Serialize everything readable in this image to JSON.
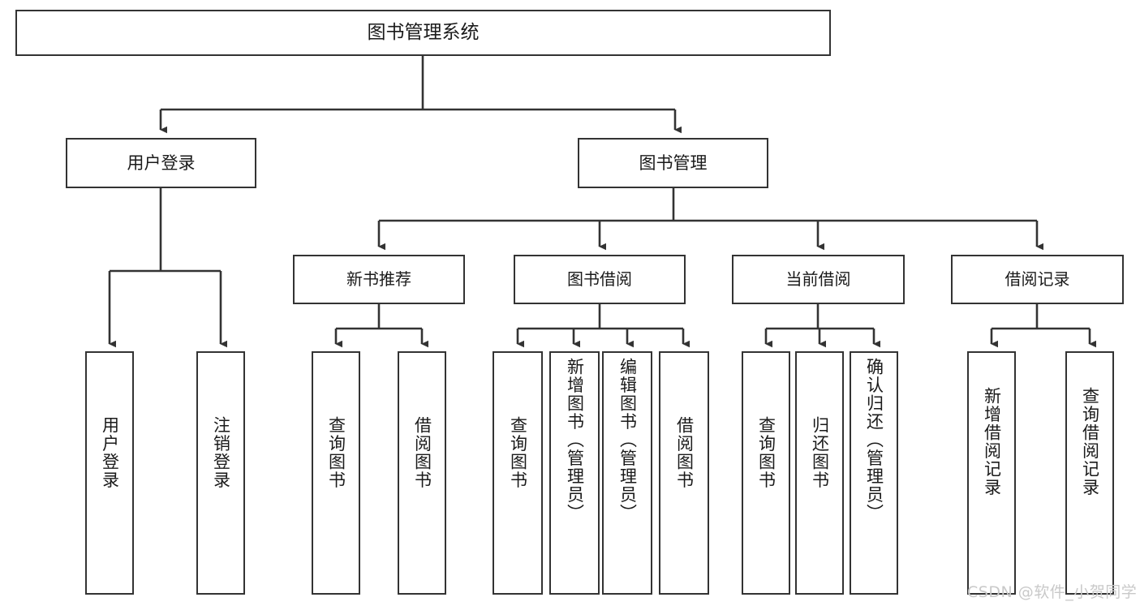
{
  "diagram": {
    "title": "图书管理系统",
    "type": "tree-hierarchy",
    "stroke_color": "#333333",
    "background_color": "#ffffff",
    "text_color": "#1a1a1a"
  },
  "root": {
    "label": "图书管理系统"
  },
  "level1": [
    {
      "label": "用户登录"
    },
    {
      "label": "图书管理"
    }
  ],
  "level2": [
    {
      "label": "新书推荐"
    },
    {
      "label": "图书借阅"
    },
    {
      "label": "当前借阅"
    },
    {
      "label": "借阅记录"
    }
  ],
  "leaves": {
    "user_login": [
      {
        "label": "用户登录"
      },
      {
        "label": "注销登录"
      }
    ],
    "new_book_recommend": [
      {
        "label": "查询图书"
      },
      {
        "label": "借阅图书"
      }
    ],
    "book_borrow": [
      {
        "label": "查询图书"
      },
      {
        "label": "新增图书（管理员）"
      },
      {
        "label": "编辑图书（管理员）"
      },
      {
        "label": "借阅图书"
      }
    ],
    "current_borrow": [
      {
        "label": "查询图书"
      },
      {
        "label": "归还图书"
      },
      {
        "label": "确认归还（管理员）"
      }
    ],
    "borrow_record": [
      {
        "label": "新增借阅记录"
      },
      {
        "label": "查询借阅记录"
      }
    ]
  },
  "watermark": {
    "text": "CSDN @软件_小贺同学"
  }
}
